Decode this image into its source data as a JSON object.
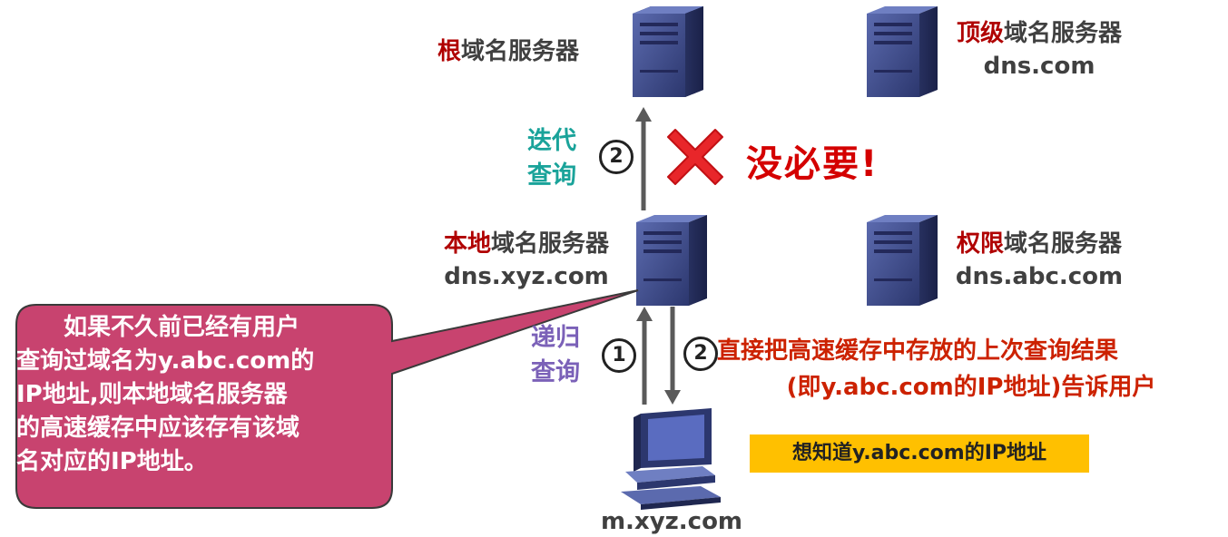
{
  "root_server": {
    "label_highlight": "根",
    "label_rest": "域名服务器"
  },
  "tld_server": {
    "label_highlight": "顶级",
    "label_rest": "域名服务器",
    "domain": "dns.com"
  },
  "local_server": {
    "label_highlight": "本地",
    "label_rest": "域名服务器",
    "domain": "dns.xyz.com"
  },
  "auth_server": {
    "label_highlight": "权限",
    "label_rest": "域名服务器",
    "domain": "dns.abc.com"
  },
  "client": {
    "domain": "m.xyz.com"
  },
  "iterative_query": {
    "line1": "迭代",
    "line2": "查询",
    "step": "2"
  },
  "unnecessary": {
    "text": "没必要!"
  },
  "recursive_query": {
    "line1": "递归",
    "line2": "查询",
    "step": "1"
  },
  "response": {
    "step": "2",
    "line1": "直接把高速缓存中存放的上次查询结果",
    "line2": "(即y.abc.com的IP地址)告诉用户"
  },
  "want_to_know": "想知道y.abc.com的IP地址",
  "callout": {
    "lines": [
      "　　如果不久前已经有用户",
      "查询过域名为y.abc.com的",
      "IP地址,则本地域名服务器",
      "的高速缓存中应该存有该域",
      "名对应的IP地址。"
    ]
  },
  "colors": {
    "highlight_red": "#b00000",
    "teal": "#1aa39a",
    "purple": "#7b61b8",
    "note_red": "#cc2200",
    "callout_fill": "#c8436f",
    "cache_box": "#ffc000",
    "server_blue": "#3b4a8c"
  }
}
